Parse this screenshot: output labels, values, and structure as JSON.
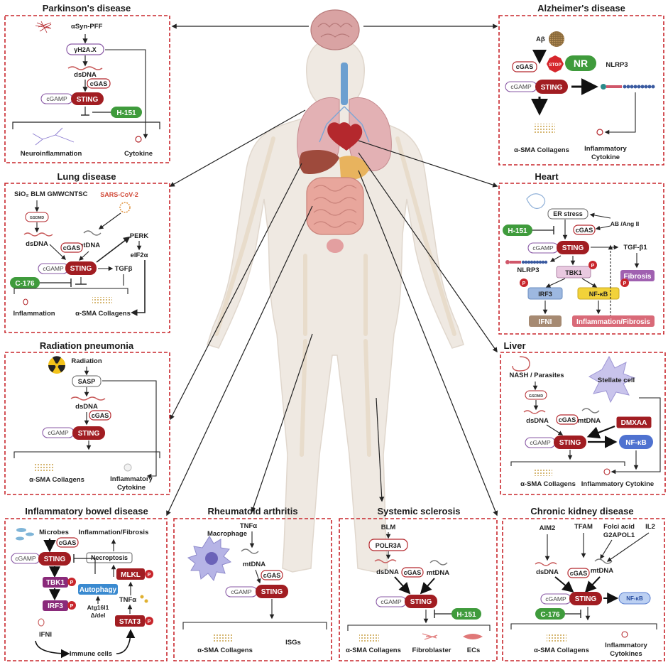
{
  "colors": {
    "sting": "#a11d22",
    "inhibitor": "#3f9b3c",
    "panel_border": "#c8262c",
    "body": "#efe9e2",
    "organ_pink": "#e59b94"
  },
  "organ_body_image": "human-body-organs-illustration",
  "panels": {
    "parkinsons": {
      "title": "Parkinson's disease",
      "asyn": "αSyn-PFF",
      "h2ax": "γH2A.X",
      "dsdna": "dsDNA",
      "cgas": "cGAS",
      "cgamp": "cGAMP",
      "sting": "STING",
      "h151": "H-151",
      "out1": "Neuroinflammation",
      "out2": "Cytokine"
    },
    "alzheimers": {
      "title": "Alzheimer's disease",
      "abeta": "Aβ",
      "cgas": "cGAS",
      "stop": "STOP",
      "nr": "NR",
      "cgamp": "cGAMP",
      "sting": "STING",
      "nlrp3": "NLRP3",
      "out1": "α-SMA Collagens",
      "out2a": "Inflammatory",
      "out2b": "Cytokine"
    },
    "lung": {
      "title": "Lung disease",
      "triggers": "SiO₂  BLM  GMWCNTSC",
      "sars": "SARS-CoV-2",
      "gsdmd": "GSDMD",
      "dsdna": "dsDNA",
      "mtdna": "mtDNA",
      "cgas": "cGAS",
      "cgamp": "cGAMP",
      "sting": "STING",
      "perk": "PERK",
      "eif2a": "eIF2α",
      "tgfb": "TGFβ",
      "c176": "C-176",
      "out1": "Inflammation",
      "out2": "α-SMA Collagens"
    },
    "heart": {
      "title": "Heart",
      "er": "ER stress",
      "ab": "AB /Ang II",
      "h151": "H-151",
      "cgas": "cGAS",
      "cgamp": "cGAMP",
      "sting": "STING",
      "tgfb1": "TGF-β1",
      "nlrp3": "NLRP3",
      "tbk1": "TBK1",
      "irf3": "IRF3",
      "nfkb": "NF-κB",
      "fibrosis": "Fibrosis",
      "ifni": "IFNI",
      "inflam": "Inflammation/Fibrosis",
      "p": "P"
    },
    "radiation": {
      "title": "Radiation pneumonia",
      "radiation": "Radiation",
      "sasp": "SASP",
      "dsdna": "dsDNA",
      "cgas": "cGAS",
      "cgamp": "cGAMP",
      "sting": "STING",
      "out1": "α-SMA Collagens",
      "out2a": "Inflammatory",
      "out2b": "Cytokine"
    },
    "liver": {
      "title": "Liver",
      "nash": "NASH / Parasites",
      "stellate": "Stellate cell",
      "gsdmd": "GSDMD",
      "dsdna": "dsDNA",
      "cgas": "cGAS",
      "mtdna": "mtDNA",
      "dmxaa": "DMXAA",
      "cgamp": "cGAMP",
      "sting": "STING",
      "nfkb": "NF-κB",
      "out1": "α-SMA Collagens",
      "out2": "Inflammatory Cytokine"
    },
    "ibd": {
      "title": "Inflammatory bowel disease",
      "microbes": "Microbes",
      "cgas": "cGAS",
      "inflam": "Inflammation/Fibrosis",
      "cgamp": "cGAMP",
      "sting": "STING",
      "necroptosis": "Necroptosis",
      "tbk1": "TBK1",
      "mlkl": "MLKL",
      "autophagy": "Autophagy",
      "tnfa": "TNFα",
      "irf3": "IRF3",
      "atg": "Atg16l1",
      "del": "Δ/del",
      "stat3": "STAT3",
      "ifni": "IFNI",
      "immune": "Immune cells",
      "p": "P"
    },
    "ra": {
      "title": "Rheumatoid arthritis",
      "tnfa": "TNFα",
      "macrophage": "Macrophage",
      "mtdna": "mtDNA",
      "cgas": "cGAS",
      "cgamp": "cGAMP",
      "sting": "STING",
      "out1": "α-SMA Collagens",
      "out2": "ISGs"
    },
    "ssc": {
      "title": "Systemic sclerosis",
      "blm": "BLM",
      "polr3a": "POLR3A",
      "dsdna": "dsDNA",
      "cgas": "cGAS",
      "mtdna": "mtDNA",
      "cgamp": "cGAMP",
      "sting": "STING",
      "h151": "H-151",
      "out1": "α-SMA Collagens",
      "out2": "Fibroblaster",
      "out3": "ECs"
    },
    "ckd": {
      "title": "Chronic kidney disease",
      "aim2": "AIM2",
      "tfam": "TFAM",
      "folic": "Folci acid",
      "g2apol1": "G2APOL1",
      "il2": "IL2",
      "dsdna": "dsDNA",
      "cgas": "cGAS",
      "mtdna": "mtDNA",
      "cgamp": "cGAMP",
      "sting": "STING",
      "nfkb": "NF-κB",
      "c176": "C-176",
      "out1": "α-SMA Collagens",
      "out2a": "Inflammatory",
      "out2b": "Cytokines"
    }
  }
}
